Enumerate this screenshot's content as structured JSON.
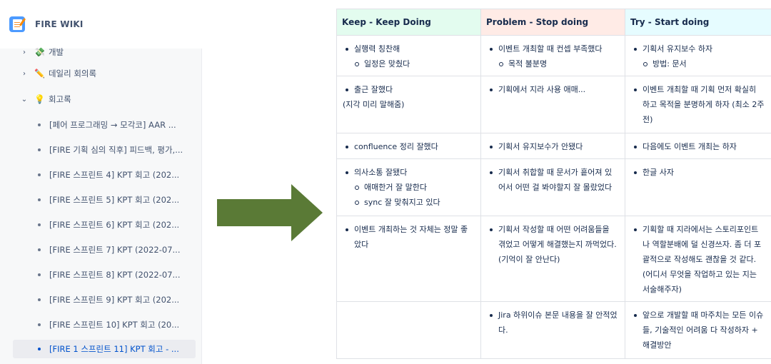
{
  "sidebar": {
    "space_title": "FIRE WIKI",
    "items": [
      {
        "label": "개발",
        "emoji": "💸",
        "chevron": "›",
        "clipped": true
      },
      {
        "label": "데일리 회의록",
        "emoji": "✏️",
        "chevron": "›"
      },
      {
        "label": "회고록",
        "emoji": "💡",
        "chevron": "⌄"
      },
      {
        "label": "[페어 프로그래밍 → 모각코] AAR ..."
      },
      {
        "label": "[FIRE 기획 심의 직후] 피드백, 평가,..."
      },
      {
        "label": "[FIRE 스프린트 4] KPT 회고 (202..."
      },
      {
        "label": "[FIRE 스프린트 5] KPT 회고 (202..."
      },
      {
        "label": "[FIRE 스프린트 6] KPT 회고 (202..."
      },
      {
        "label": "[FIRE 스프린트 7] KPT (2022-07..."
      },
      {
        "label": "[FIRE 스프린트 8] KPT (2022-07..."
      },
      {
        "label": "[FIRE 스프린트 9] KPT 회고 (202..."
      },
      {
        "label": "[FIRE 스프린트 10] KPT 회고 (20..."
      },
      {
        "label": "[FIRE 1 스프린트 11] KPT 회고 - ...",
        "selected": true
      }
    ]
  },
  "colors": {
    "arrow": "#5a7a36",
    "keep_header": "#e3fcef",
    "problem_header": "#ffebe6",
    "try_header": "#e6fcff",
    "selected_text": "#0052cc"
  },
  "table": {
    "headers": {
      "keep": "Keep - Keep Doing",
      "problem": "Problem - Stop doing",
      "try": "Try - Start doing"
    },
    "rows": [
      {
        "keep": [
          {
            "t": "실행력 칭찬해",
            "k": "b"
          },
          {
            "t": "일정은 맞췄다",
            "k": "s"
          }
        ],
        "problem": [
          {
            "t": "이벤트 개최할 때 컨셉 부족했다",
            "k": "b"
          },
          {
            "t": "목적 불분명",
            "k": "s"
          }
        ],
        "try": [
          {
            "t": "기획서 유지보수 하자",
            "k": "b"
          },
          {
            "t": "방법: 문서",
            "k": "s"
          }
        ]
      },
      {
        "keep": [
          {
            "t": "출근 잘했다",
            "k": "b"
          },
          {
            "t": "(지각 미리 말해줌)",
            "k": "p"
          }
        ],
        "problem": [
          {
            "t": "기획에서 지라 사용 애매...",
            "k": "b"
          }
        ],
        "try": [
          {
            "t": "이벤트 개최할 때 기획 먼저 확실히 하고 목적을 분명하게 하자 (최소 2주전)",
            "k": "b"
          }
        ]
      },
      {
        "keep": [
          {
            "t": "confluence 정리 잘했다",
            "k": "b"
          }
        ],
        "problem": [
          {
            "t": "기획서 유지보수가 안됐다",
            "k": "b"
          }
        ],
        "try": [
          {
            "t": "다음에도 이벤트 개최는 하자",
            "k": "b"
          }
        ]
      },
      {
        "keep": [
          {
            "t": "의사소통 잘됐다",
            "k": "b"
          },
          {
            "t": "애매한거 잘 말한다",
            "k": "s"
          },
          {
            "t": "sync 잘 맞춰지고 있다",
            "k": "s"
          }
        ],
        "problem": [
          {
            "t": "기획서 취합할 때 문서가 흩어져 있어서 어떤 걸 봐야할지 잘 몰랐었다",
            "k": "b"
          }
        ],
        "try": [
          {
            "t": "한글 사자",
            "k": "b"
          }
        ]
      },
      {
        "keep": [
          {
            "t": "이벤트 개최하는 것 자체는 정말 좋았다",
            "k": "b"
          }
        ],
        "problem": [
          {
            "t": "기획서 작성할 때 어떤 어려움들을 겪었고 어떻게 해결했는지 까먹었다. (기억이 잘 안난다)",
            "k": "b"
          }
        ],
        "try": [
          {
            "t": "기획할 때 지라에서는 스토리포인트나 역할분배에 덜 신경쓰자. 좀 더 포괄적으로 작성해도 괜찮을 것 같다. (어디서 무엇을 작업하고 있는 지는 서술해주자)",
            "k": "b"
          }
        ]
      },
      {
        "keep": [],
        "problem": [
          {
            "t": "Jira 하위이슈 본문 내용을 잘 안적었다.",
            "k": "b"
          }
        ],
        "try": [
          {
            "t": "앞으로 개발할 때 마주치는 모든 이슈들, 기술적인 어려움 다 작성하자 + 해결방안",
            "k": "b"
          }
        ]
      }
    ]
  }
}
